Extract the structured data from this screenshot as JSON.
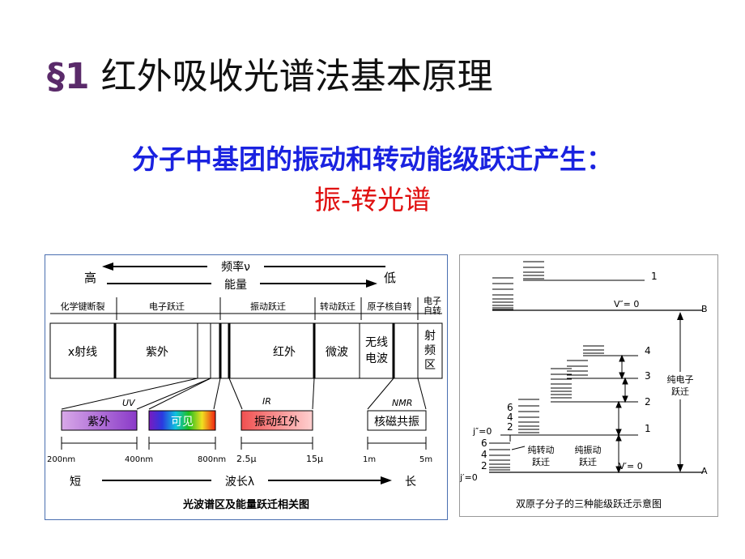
{
  "title": {
    "section": "§1",
    "text": "红外吸收光谱法基本原理"
  },
  "subtitle": {
    "line1": "分子中基团的振动和转动能级跃迁产生：",
    "line2": "振-转光谱"
  },
  "left_diagram": {
    "freq_label": "频率ν",
    "energy_label": "能量",
    "high": "高",
    "low": "低",
    "transitions": [
      "化学键断裂",
      "电子跃迁",
      "振动跃迁",
      "转动跃迁",
      "原子核自转",
      "电子自转"
    ],
    "regions": [
      "x射线",
      "紫外",
      "红外",
      "微波",
      "无线电波",
      "射频区"
    ],
    "bands": [
      "紫外",
      "可见",
      "振动红外",
      "核磁共振"
    ],
    "band_tags": [
      "UV",
      "IR",
      "NMR"
    ],
    "scale": [
      "200nm",
      "400nm",
      "800nm",
      "2.5μ",
      "15μ",
      "1m",
      "5m"
    ],
    "short": "短",
    "wavelength": "波长λ",
    "long": "长",
    "caption": "光波谱区及能量跃迁相关图"
  },
  "right_diagram": {
    "level_B": "B",
    "level_A": "A",
    "v2_label": "V″= 0",
    "v1_label": "V′= 0",
    "top_level": "1",
    "vib_levels": [
      "4",
      "3",
      "2",
      "1"
    ],
    "rot_levels": [
      "6",
      "4",
      "2"
    ],
    "j2": "j″=0",
    "j1": "j′=0",
    "pure_elec": "纯电子跃迁",
    "pure_rot": "纯转动跃迁",
    "pure_vib": "纯振动跃迁",
    "caption": "双原子分子的三种能级跃迁示意图"
  },
  "colors": {
    "title_section": "#5a2a6a",
    "subtitle1": "#1a22e0",
    "subtitle2": "#e01010",
    "panel_border": "#4a6fb0"
  }
}
